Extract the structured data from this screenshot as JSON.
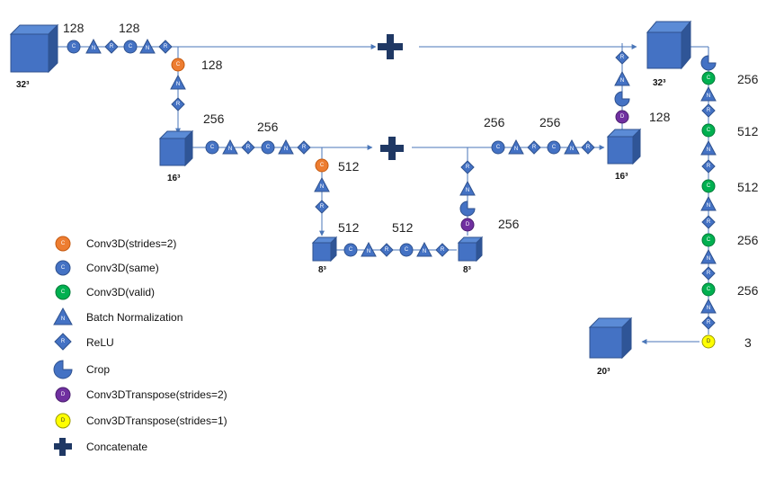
{
  "colors": {
    "blue": "#4472c4",
    "blue_dark": "#2f528f",
    "orange": "#ed7d31",
    "green": "#00b050",
    "purple": "#7030a0",
    "yellow": "#ffff00",
    "navy_plus": "#1f3864",
    "line": "#4a76b8"
  },
  "blocks": {
    "top_left_cube": "32³",
    "top_right_cube": "32³",
    "mid_left_cube": "16³",
    "mid_right_cube": "16³",
    "bottom_left_cube": "8³",
    "bottom_right_cube": "8³",
    "output_cube": "20³"
  },
  "channel_labels": {
    "enc1_a": "128",
    "enc1_b": "128",
    "enc1_down": "128",
    "enc2_a": "256",
    "enc2_b": "256",
    "enc2_down": "512",
    "bottleneck_a": "512",
    "bottleneck_b": "512",
    "dec2_up": "256",
    "dec1_a": "256",
    "dec1_b": "256",
    "dec1_up": "128",
    "head_1": "256",
    "head_2": "512",
    "head_3": "512",
    "head_4": "256",
    "head_5": "256",
    "head_6": "3"
  },
  "glyph_letters": {
    "conv": "C",
    "batchnorm": "N",
    "relu": "R",
    "transpose": "D"
  },
  "legend": [
    {
      "icon": "orange-circle-icon",
      "label": "Conv3D(strides=2)"
    },
    {
      "icon": "blue-circle-icon",
      "label": "Conv3D(same)"
    },
    {
      "icon": "green-circle-icon",
      "label": "Conv3D(valid)"
    },
    {
      "icon": "triangle-icon",
      "label": "Batch Normalization"
    },
    {
      "icon": "diamond-icon",
      "label": "ReLU"
    },
    {
      "icon": "crop-icon",
      "label": "Crop"
    },
    {
      "icon": "purple-circle-icon",
      "label": "Conv3DTranspose(strides=2)"
    },
    {
      "icon": "yellow-circle-icon",
      "label": "Conv3DTranspose(strides=1)"
    },
    {
      "icon": "plus-icon",
      "label": "Concatenate"
    }
  ]
}
